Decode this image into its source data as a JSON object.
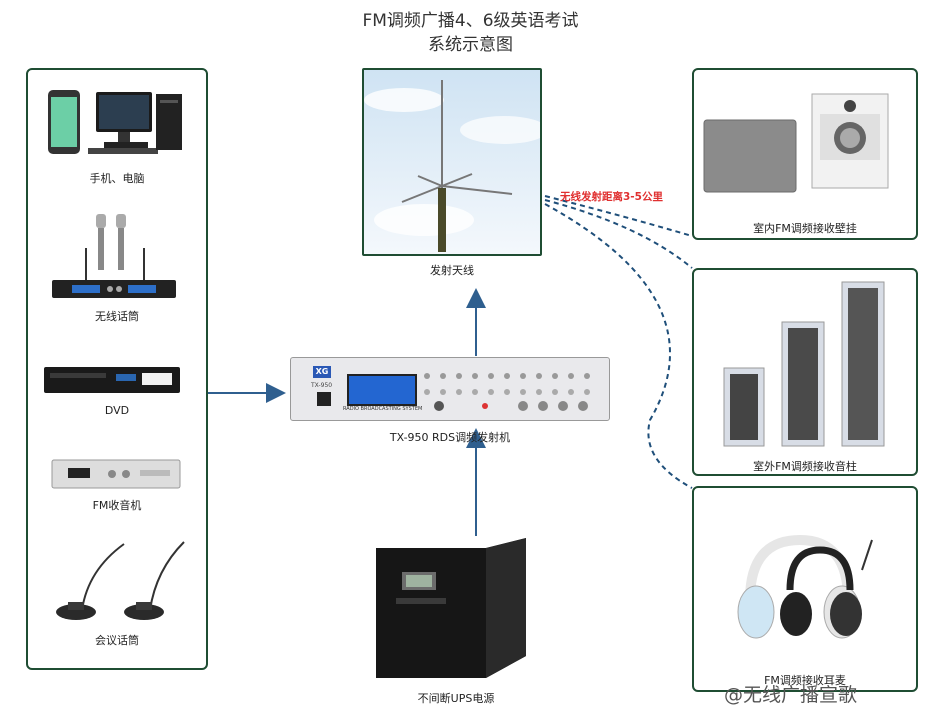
{
  "title": {
    "line1": "FM调频广播4、6级英语考试",
    "line2": "系统示意图"
  },
  "sources": [
    {
      "icon": "phone-computer-icon",
      "label": "手机、电脑"
    },
    {
      "icon": "wireless-microphone-icon",
      "label": "无线话筒"
    },
    {
      "icon": "dvd-player-icon",
      "label": "DVD"
    },
    {
      "icon": "fm-radio-icon",
      "label": "FM收音机"
    },
    {
      "icon": "conference-microphone-icon",
      "label": "会议话筒"
    }
  ],
  "antenna": {
    "icon": "antenna-icon",
    "label": "发射天线"
  },
  "transmitter": {
    "icon": "transmitter-icon",
    "label": "TX-950 RDS调频发射机",
    "brand": "XG",
    "model": "TX-950",
    "panel_text": "RADIO BROADCASTING SYSTEM"
  },
  "ups": {
    "icon": "ups-icon",
    "label": "不间断UPS电源"
  },
  "range_note": "无线发射距离3-5公里",
  "receivers": [
    {
      "icon": "wall-speaker-icon",
      "label": "室内FM调频接收壁挂"
    },
    {
      "icon": "column-speaker-icon",
      "label": "室外FM调频接收音柱"
    },
    {
      "icon": "headphone-icon",
      "label": "FM调频接收耳麦"
    }
  ],
  "watermark": "@无线广播宣歌",
  "colors": {
    "frame": "#1f4d33",
    "arrow": "#2f5f8f",
    "dashed": "#1f4f7a",
    "note": "#e03030"
  }
}
